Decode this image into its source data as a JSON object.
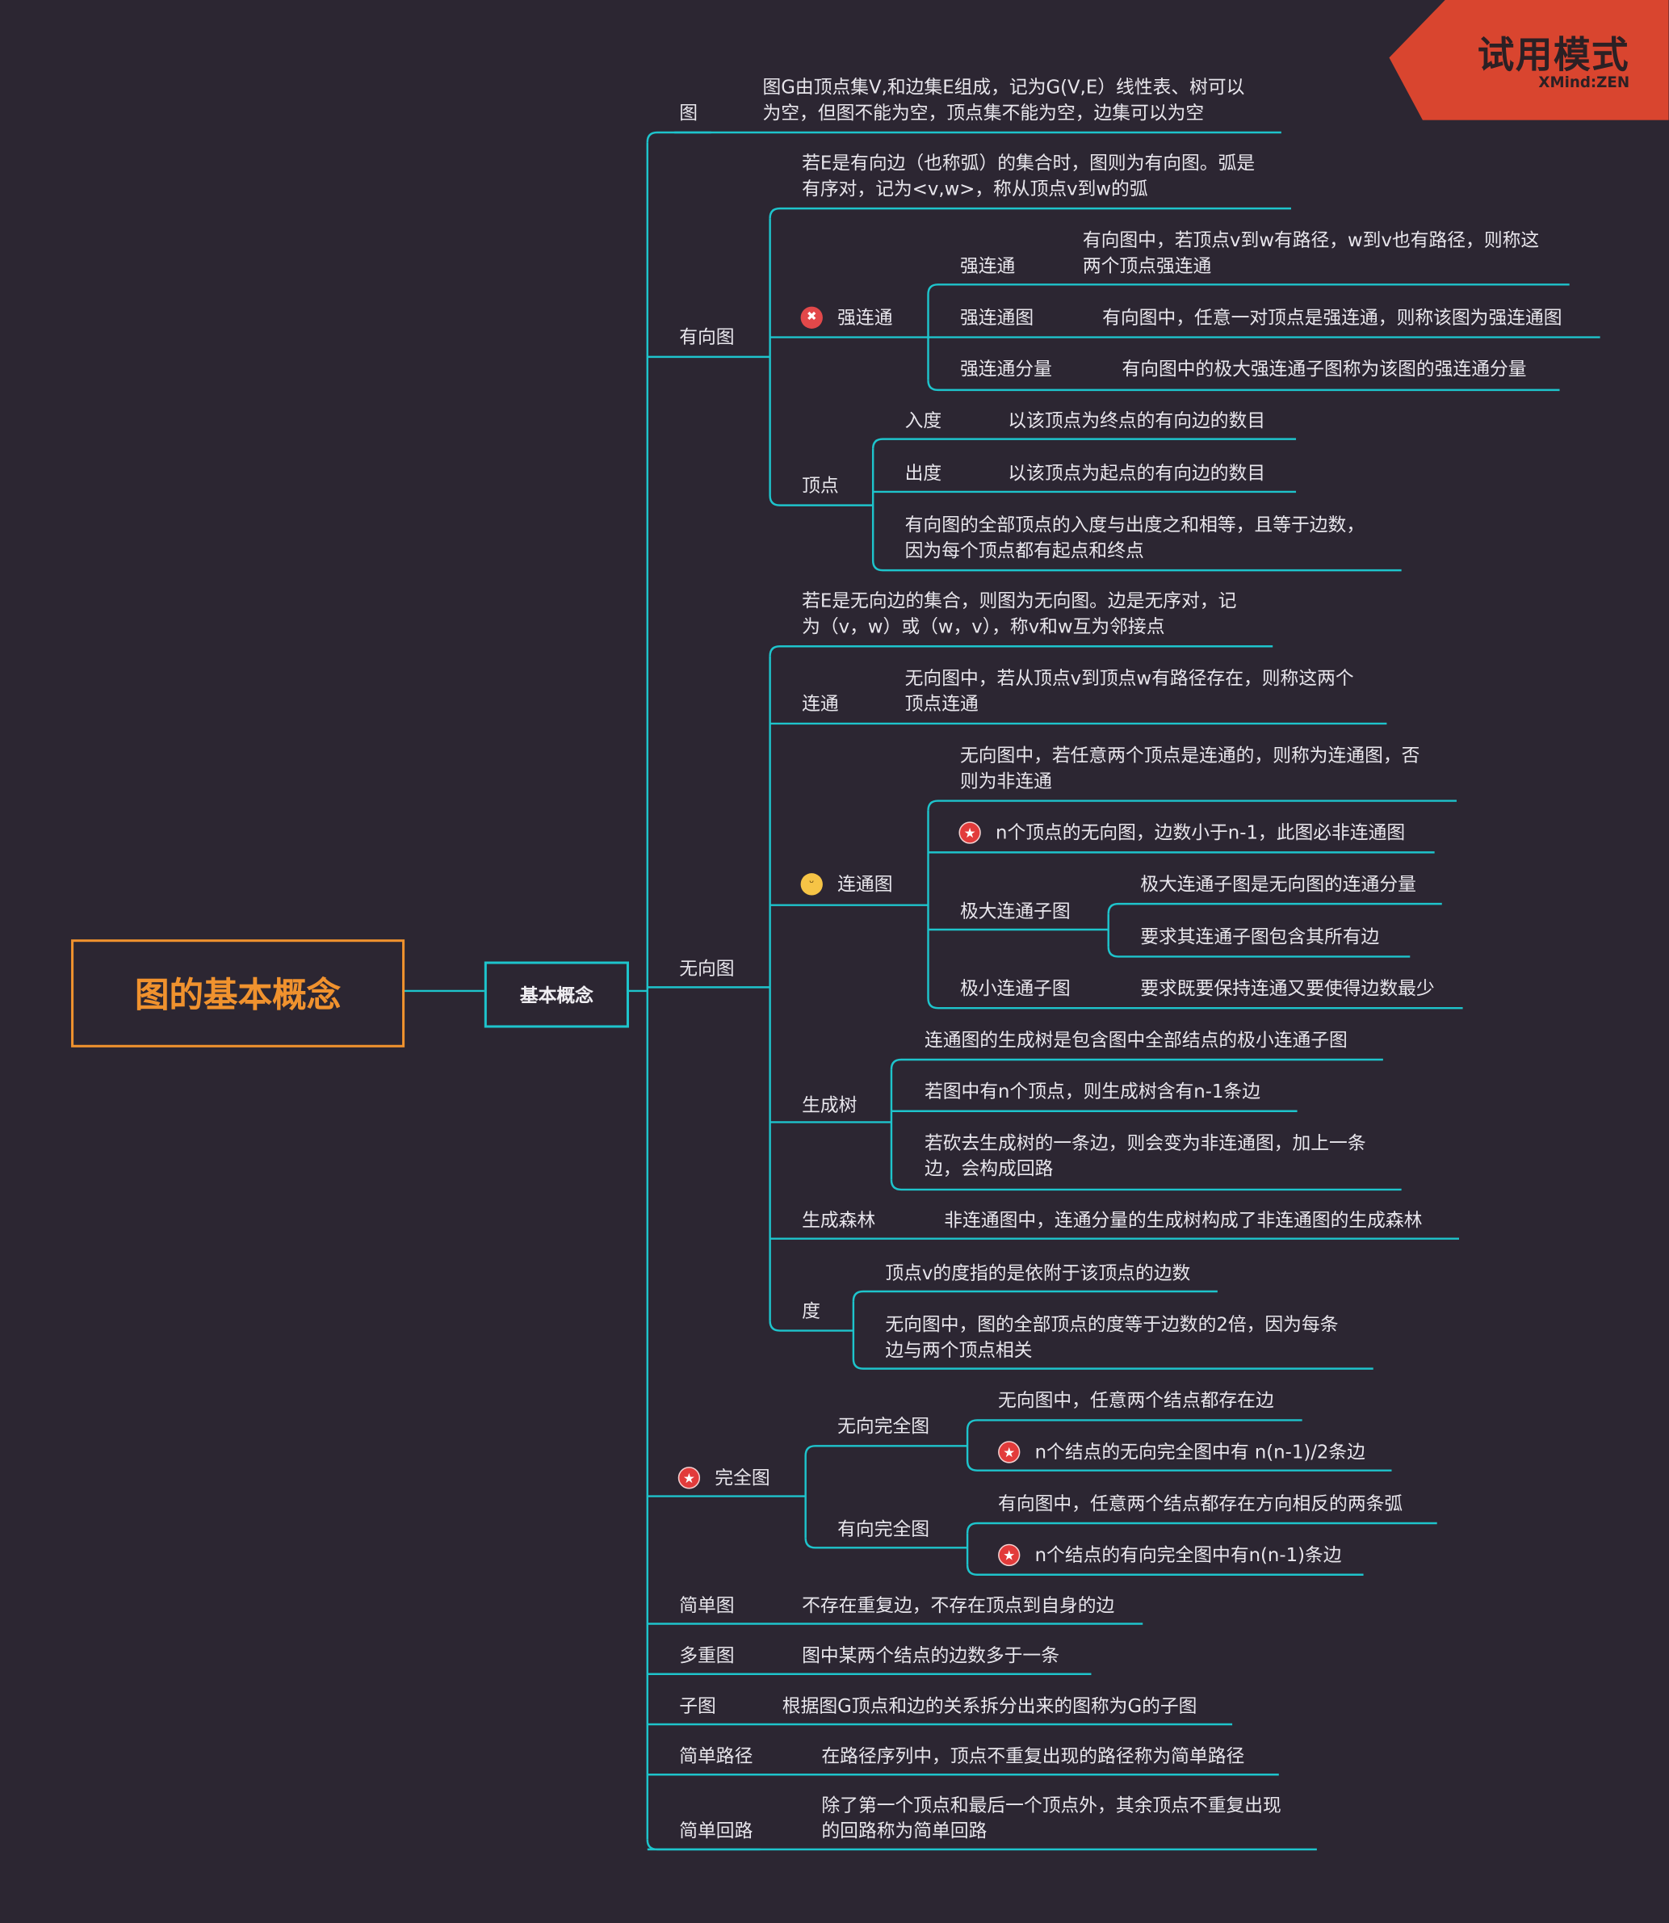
{
  "watermark": {
    "title": "试用模式",
    "subtitle": "XMind:ZEN"
  },
  "root": "图的基本概念",
  "category": "基本概念",
  "nodes": {
    "tu": "图",
    "tu_d1": "图G由顶点集V,和边集E组成，记为G(V,E）线性表、树可以",
    "tu_d2": "为空，但图不能为空，顶点集不能为空，边集可以为空",
    "youxiang": "有向图",
    "yx_d1": "若E是有向边（也称弧）的集合时，图则为有向图。弧是",
    "yx_d2": "有序对，记为<v,w>，称从顶点v到w的弧",
    "qlt": "强连通",
    "qlt_a": "强连通",
    "qlt_a_d1": "有向图中，若顶点v到w有路径，w到v也有路径，则称这",
    "qlt_a_d2": "两个顶点强连通",
    "qlt_b": "强连通图",
    "qlt_b_d": "有向图中，任意一对顶点是强连通，则称该图为强连通图",
    "qlt_c": "强连通分量",
    "qlt_c_d": "有向图中的极大强连通子图称为该图的强连通分量",
    "dingdian": "顶点",
    "rudu": "入度",
    "rudu_d": "以该顶点为终点的有向边的数目",
    "chudu": "出度",
    "chudu_d": "以该顶点为起点的有向边的数目",
    "dd_d1": "有向图的全部顶点的入度与出度之和相等，且等于边数，",
    "dd_d2": "因为每个顶点都有起点和终点",
    "wuxiang": "无向图",
    "wx_d1": "若E是无向边的集合，则图为无向图。边是无序对，记",
    "wx_d2": "为（v，w）或（w，v），称v和w互为邻接点",
    "liantong": "连通",
    "lt_d1": "无向图中，若从顶点v到顶点w有路径存在，则称这两个",
    "lt_d2": "顶点连通",
    "ltt": "连通图",
    "ltt_d1": "无向图中，若任意两个顶点是连通的，则称为连通图，否",
    "ltt_d2": "则为非连通",
    "ltt_star": "n个顶点的无向图，边数小于n-1，此图必非连通图",
    "jida": "极大连通子图",
    "jida_d1": "极大连通子图是无向图的连通分量",
    "jida_d2": "要求其连通子图包含其所有边",
    "jixiao": "极小连通子图",
    "jixiao_d": "要求既要保持连通又要使得边数最少",
    "scs": "生成树",
    "scs_d1": "连通图的生成树是包含图中全部结点的极小连通子图",
    "scs_d2": "若图中有n个顶点，则生成树含有n-1条边",
    "scs_d3a": "若砍去生成树的一条边，则会变为非连通图，加上一条",
    "scs_d3b": "边，会构成回路",
    "scsl": "生成森林",
    "scsl_d": "非连通图中，连通分量的生成树构成了非连通图的生成森林",
    "du": "度",
    "du_d1": "顶点v的度指的是依附于该顶点的边数",
    "du_d2a": "无向图中，图的全部顶点的度等于边数的2倍，因为每条",
    "du_d2b": "边与两个顶点相关",
    "wqt": "完全图",
    "wxwq": "无向完全图",
    "wxwq_d1": "无向图中，任意两个结点都存在边",
    "wxwq_d2": "n个结点的无向完全图中有 n(n-1)/2条边",
    "yxwq": "有向完全图",
    "yxwq_d1": "有向图中，任意两个结点都存在方向相反的两条弧",
    "yxwq_d2": "n个结点的有向完全图中有n(n-1)条边",
    "jdt": "简单图",
    "jdt_d": "不存在重复边，不存在顶点到自身的边",
    "dct": "多重图",
    "dct_d": "图中某两个结点的边数多于一条",
    "zt": "子图",
    "zt_d": "根据图G顶点和边的关系拆分出来的图称为G的子图",
    "jdlj": "简单路径",
    "jdlj_d": "在路径序列中，顶点不重复出现的路径称为简单路径",
    "jdhl": "简单回路",
    "jdhl_d1": "除了第一个顶点和最后一个顶点外，其余顶点不重复出现",
    "jdhl_d2": "的回路称为简单回路"
  },
  "markers": {
    "angry": "angry-face-icon",
    "happy": "smile-face-icon",
    "star": "star-badge-icon"
  },
  "colors": {
    "background": "#2c2632",
    "line": "#1ec4cc",
    "root": "#f0922e",
    "watermark": "#d9452f"
  }
}
